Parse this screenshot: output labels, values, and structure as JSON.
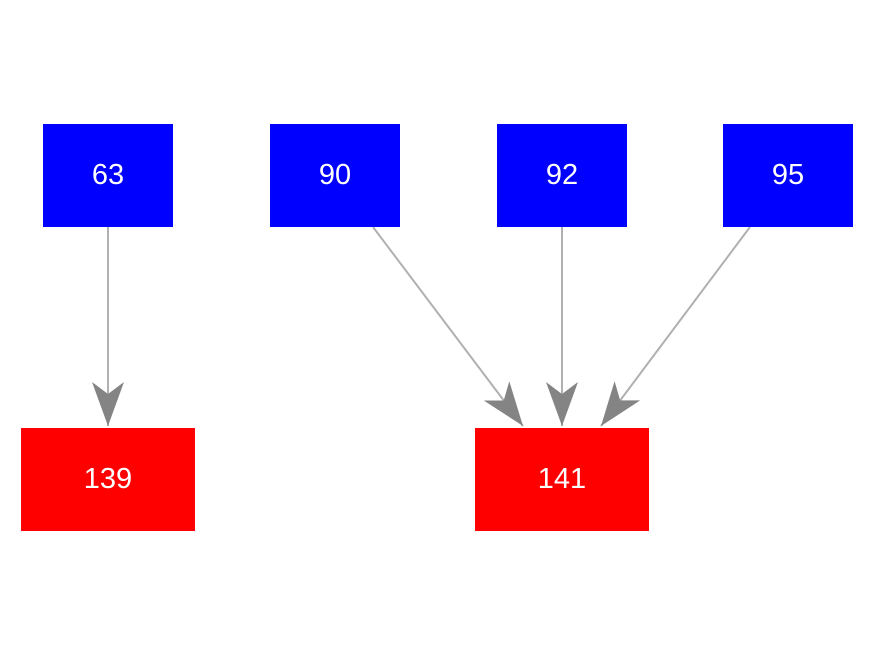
{
  "diagram": {
    "type": "directed-graph",
    "background_color": "#ffffff",
    "source_node_color": "#0000ff",
    "sink_node_color": "#ff0000",
    "node_text_color": "#ffffff",
    "edge_line_color": "#b0b0b0",
    "arrowhead_color": "#848484",
    "nodes": [
      {
        "id": "63",
        "label": "63",
        "role": "source",
        "color": "#0000ff"
      },
      {
        "id": "90",
        "label": "90",
        "role": "source",
        "color": "#0000ff"
      },
      {
        "id": "92",
        "label": "92",
        "role": "source",
        "color": "#0000ff"
      },
      {
        "id": "95",
        "label": "95",
        "role": "source",
        "color": "#0000ff"
      },
      {
        "id": "139",
        "label": "139",
        "role": "sink",
        "color": "#ff0000"
      },
      {
        "id": "141",
        "label": "141",
        "role": "sink",
        "color": "#ff0000"
      }
    ],
    "edges": [
      {
        "from": "63",
        "to": "139"
      },
      {
        "from": "90",
        "to": "141"
      },
      {
        "from": "92",
        "to": "141"
      },
      {
        "from": "95",
        "to": "141"
      }
    ]
  }
}
